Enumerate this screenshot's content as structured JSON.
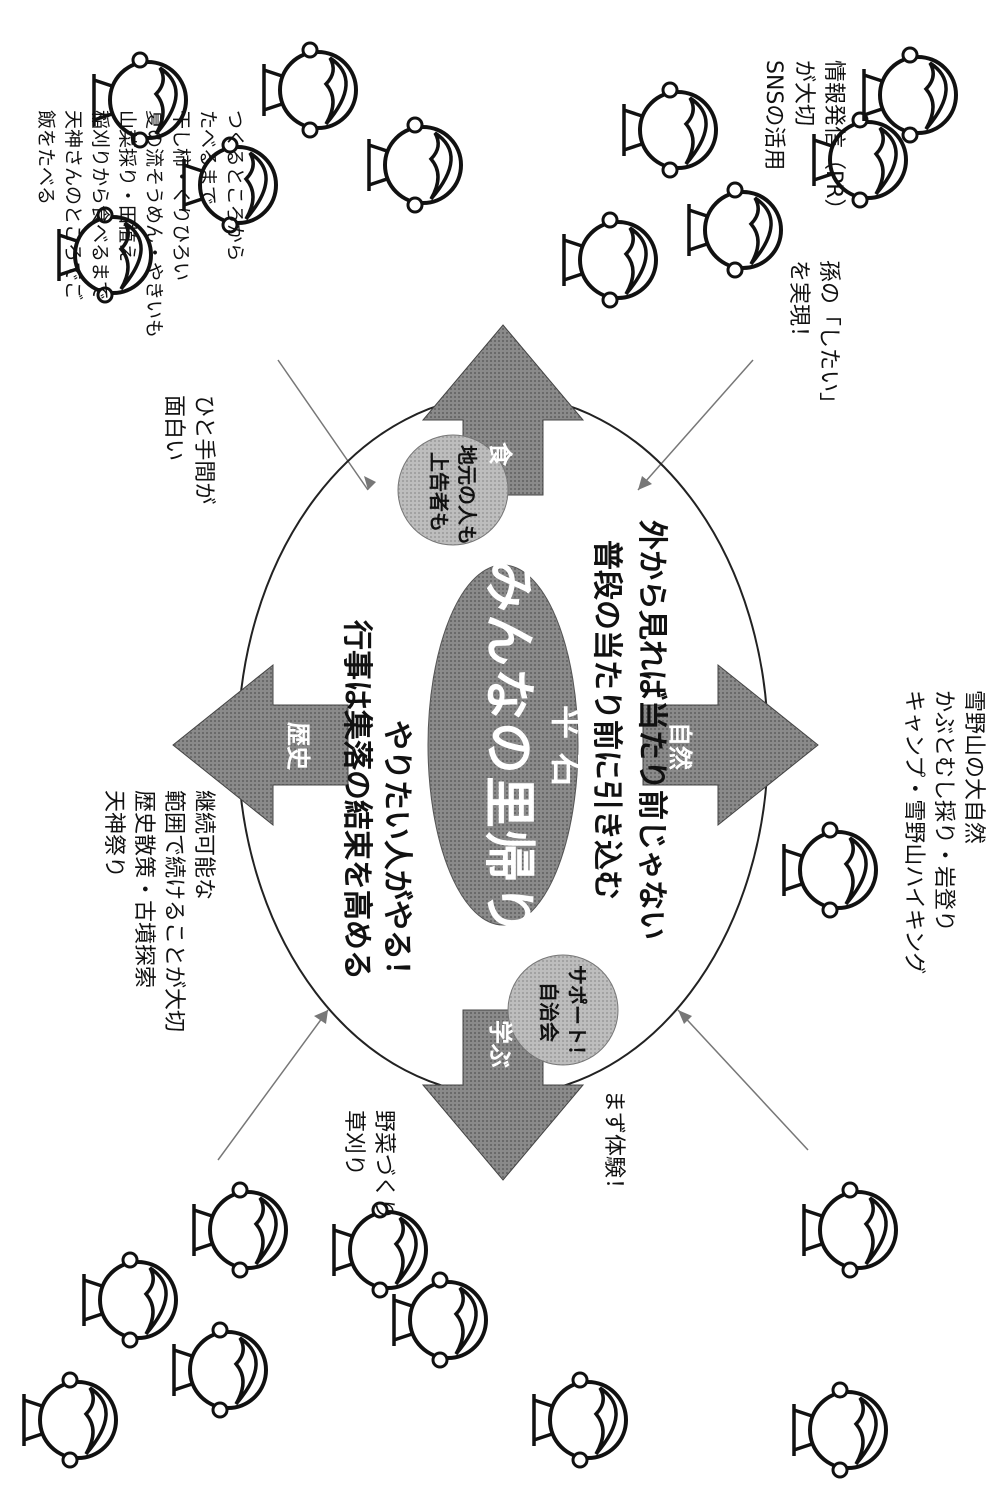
{
  "center": {
    "title_main": "みんなの里帰り",
    "title_place": "平石",
    "bubble_left_1": "地元の人も",
    "bubble_left_2": "上告者も",
    "bubble_right_1": "サポート！",
    "bubble_right_2": "自治会"
  },
  "slogans": {
    "line1": "外から見れば当たり前じゃない",
    "line2": "普段の当たり前に引き込む",
    "line3": "やりたい人がやる！",
    "line4": "行事は集落の結束を高める"
  },
  "arrows": {
    "nature": "自然",
    "learn": "学ぶ",
    "food": "食",
    "history": "歴史"
  },
  "notes": {
    "nature": [
      "雪野山の大自然",
      "かぶとむし採り・岩登り",
      "キャンプ・雪野山ハイキング"
    ],
    "learn_top": "まず体験！",
    "learn": [
      "野菜づくり",
      "草刈り"
    ],
    "history": [
      "継続可能な",
      "範囲で続けることが大切",
      "歴史散策・古墳探索",
      "天神祭り"
    ],
    "hitotema": [
      "ひと手間が",
      "面白い"
    ],
    "shitai": [
      "孫の「したい」",
      "を実現！"
    ],
    "pr": [
      "情報発信（PR）",
      "が大切",
      "SNSの活用"
    ],
    "food": [
      "つくるところから",
      "たべるまで",
      "干し柿・くりひろい",
      "夏の流そうめん・やきいも",
      "山菜採り・田植え",
      "稲刈りから食べるまで",
      "天神さんのところでご",
      "飯をたべる"
    ]
  },
  "people": {
    "count": 20,
    "icon": "person-face-icon"
  }
}
